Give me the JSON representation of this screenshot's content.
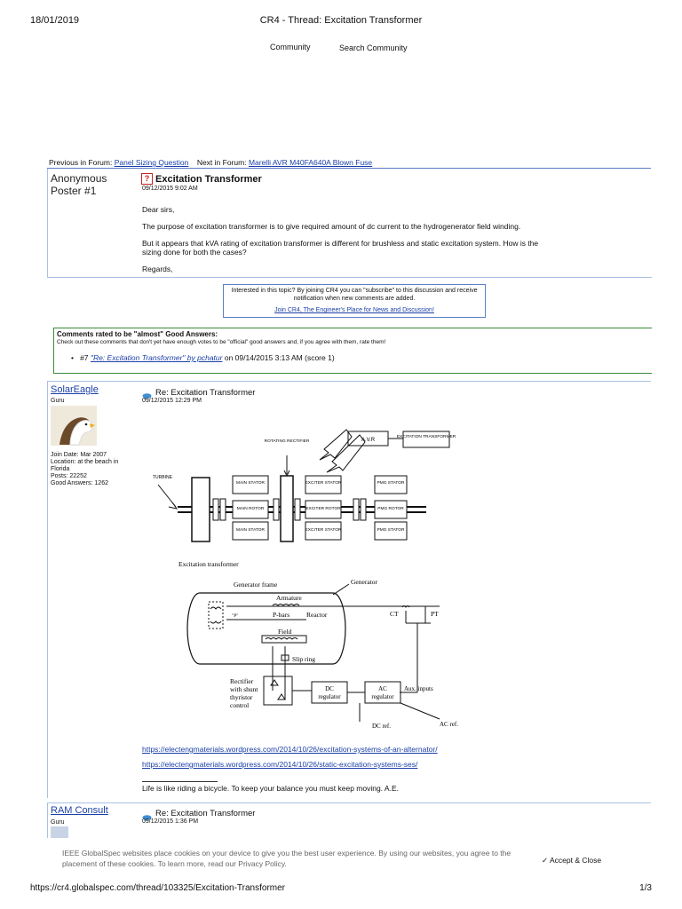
{
  "print": {
    "date": "18/01/2019",
    "title": "CR4 - Thread: Excitation Transformer",
    "url": "https://cr4.globalspec.com/thread/103325/Excitation-Transformer",
    "page": "1/3"
  },
  "nav": {
    "community": "Community",
    "search": "Search Community"
  },
  "forum_nav": {
    "prev_label": "Previous in Forum:",
    "prev_link": "Panel Sizing Question",
    "next_label": "Next in Forum:",
    "next_link": "Marelli AVR M40FA640A Blown Fuse"
  },
  "post1": {
    "author": "Anonymous Poster #1",
    "title": "Excitation Transformer",
    "date": "09/12/2015 9:02 AM",
    "body": [
      "Dear sirs,",
      "The purpose of excitation transformer is to give required amount of dc current to the hydrogenerator field winding.",
      "But it appears that kVA rating of excitation transformer is different for brushless and static excitation system. How is the sizing done for both the cases?",
      "Regards,"
    ]
  },
  "subscribe": {
    "text": "Interested in this topic? By joining CR4 you can \"subscribe\" to this discussion and receive notification when new comments are added.",
    "link": "Join CR4, The Engineer's Place for News and Discussion!"
  },
  "good_answers": {
    "title": "Comments rated to be \"almost\" Good Answers:",
    "note": "Check out these comments that don't yet have enough votes to be \"official\" good answers and, if you agree with them, rate them!",
    "item_num": "#7",
    "item_link": "\"Re: Excitation Transformer\" by pchatur",
    "item_rest": "on 09/14/2015 3:13 AM (score 1)"
  },
  "post2": {
    "author": "SolarEagle",
    "rank": "Guru",
    "stats": [
      "Join Date: Mar 2007",
      "Location: at the beach in Florida",
      "Posts: 22252",
      "Good Answers: 1262"
    ],
    "title": "Re: Excitation Transformer",
    "date": "09/12/2015 12:29 PM",
    "diagram1": {
      "avr": "A.V.R",
      "excitation_transformer": "EXCITATION TRANSFORMER",
      "rotating_rectifier": "ROTATING RECTIFIER",
      "turbine": "TURBINE",
      "main_stator": "MAIN STATOR",
      "main_rotor": "MAIN ROTOR",
      "exciter_stator": "EXCITER STATOR",
      "exciter_rotor": "EXCITER ROTOR",
      "pmg_stator": "PMG STATOR",
      "pmg_rotor": "PMG ROTOR"
    },
    "diagram2": {
      "excitation_transformer": "Excitation transformer",
      "generator_frame": "Generator frame",
      "generator": "Generator",
      "armature": "Armature",
      "pbars": "P-bars",
      "reactor": "Reactor",
      "field": "Field",
      "ct": "CT",
      "pt": "PT",
      "slip_ring": "Slip ring",
      "rectifier": "Rectifier with shunt thyristor control",
      "dc_regulator": "DC regulator",
      "ac_regulator": "AC regulator",
      "aux_inputs": "Aux. inputs",
      "dc_ref": "DC ref.",
      "ac_ref": "AC ref."
    },
    "link1": "https://electengmaterials.wordpress.com/2014/10/26/excitation-systems-of-an-alternator/",
    "link2": "https://electengmaterials.wordpress.com/2014/10/26/static-excitation-systems-ses/",
    "signature": "Life is like riding a bicycle. To keep your balance you must keep moving. A.E."
  },
  "post3": {
    "author": "RAM Consult",
    "rank": "Guru",
    "title": "Re: Excitation Transformer",
    "date": "09/12/2015 1:36 PM"
  },
  "cookie": {
    "text": "IEEE GlobalSpec websites place cookies on your device to give you the best user experience. By using our websites, you agree to the placement of these cookies. To learn more, read our Privacy Policy.",
    "accept": "✓ Accept & Close"
  }
}
